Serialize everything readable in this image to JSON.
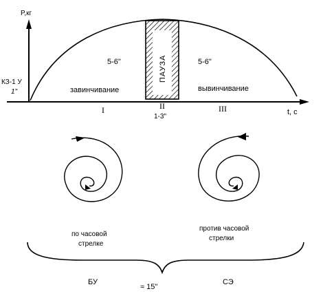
{
  "graph": {
    "y_axis_label": "P,кг",
    "x_axis_label": "t, с",
    "start_label_line1": "КЗ-1 У",
    "start_label_line2": "1\"",
    "phase_left_duration": "5-6\"",
    "phase_right_duration": "5-6\"",
    "pause_label": "ПАУЗА",
    "phase_left_action": "завинчивание",
    "phase_right_action": "вывинчивание",
    "phase_left_number": "I",
    "phase_mid_number": "II",
    "phase_right_number": "III",
    "pause_duration": "1-3\""
  },
  "spirals": {
    "left_caption_line1": "по часовой",
    "left_caption_line2": "стрелке",
    "right_caption_line1": "против часовой",
    "right_caption_line2": "стрелки"
  },
  "brace": {
    "left_label": "БУ",
    "right_label": "СЭ",
    "total_label": "≈ 15\""
  }
}
